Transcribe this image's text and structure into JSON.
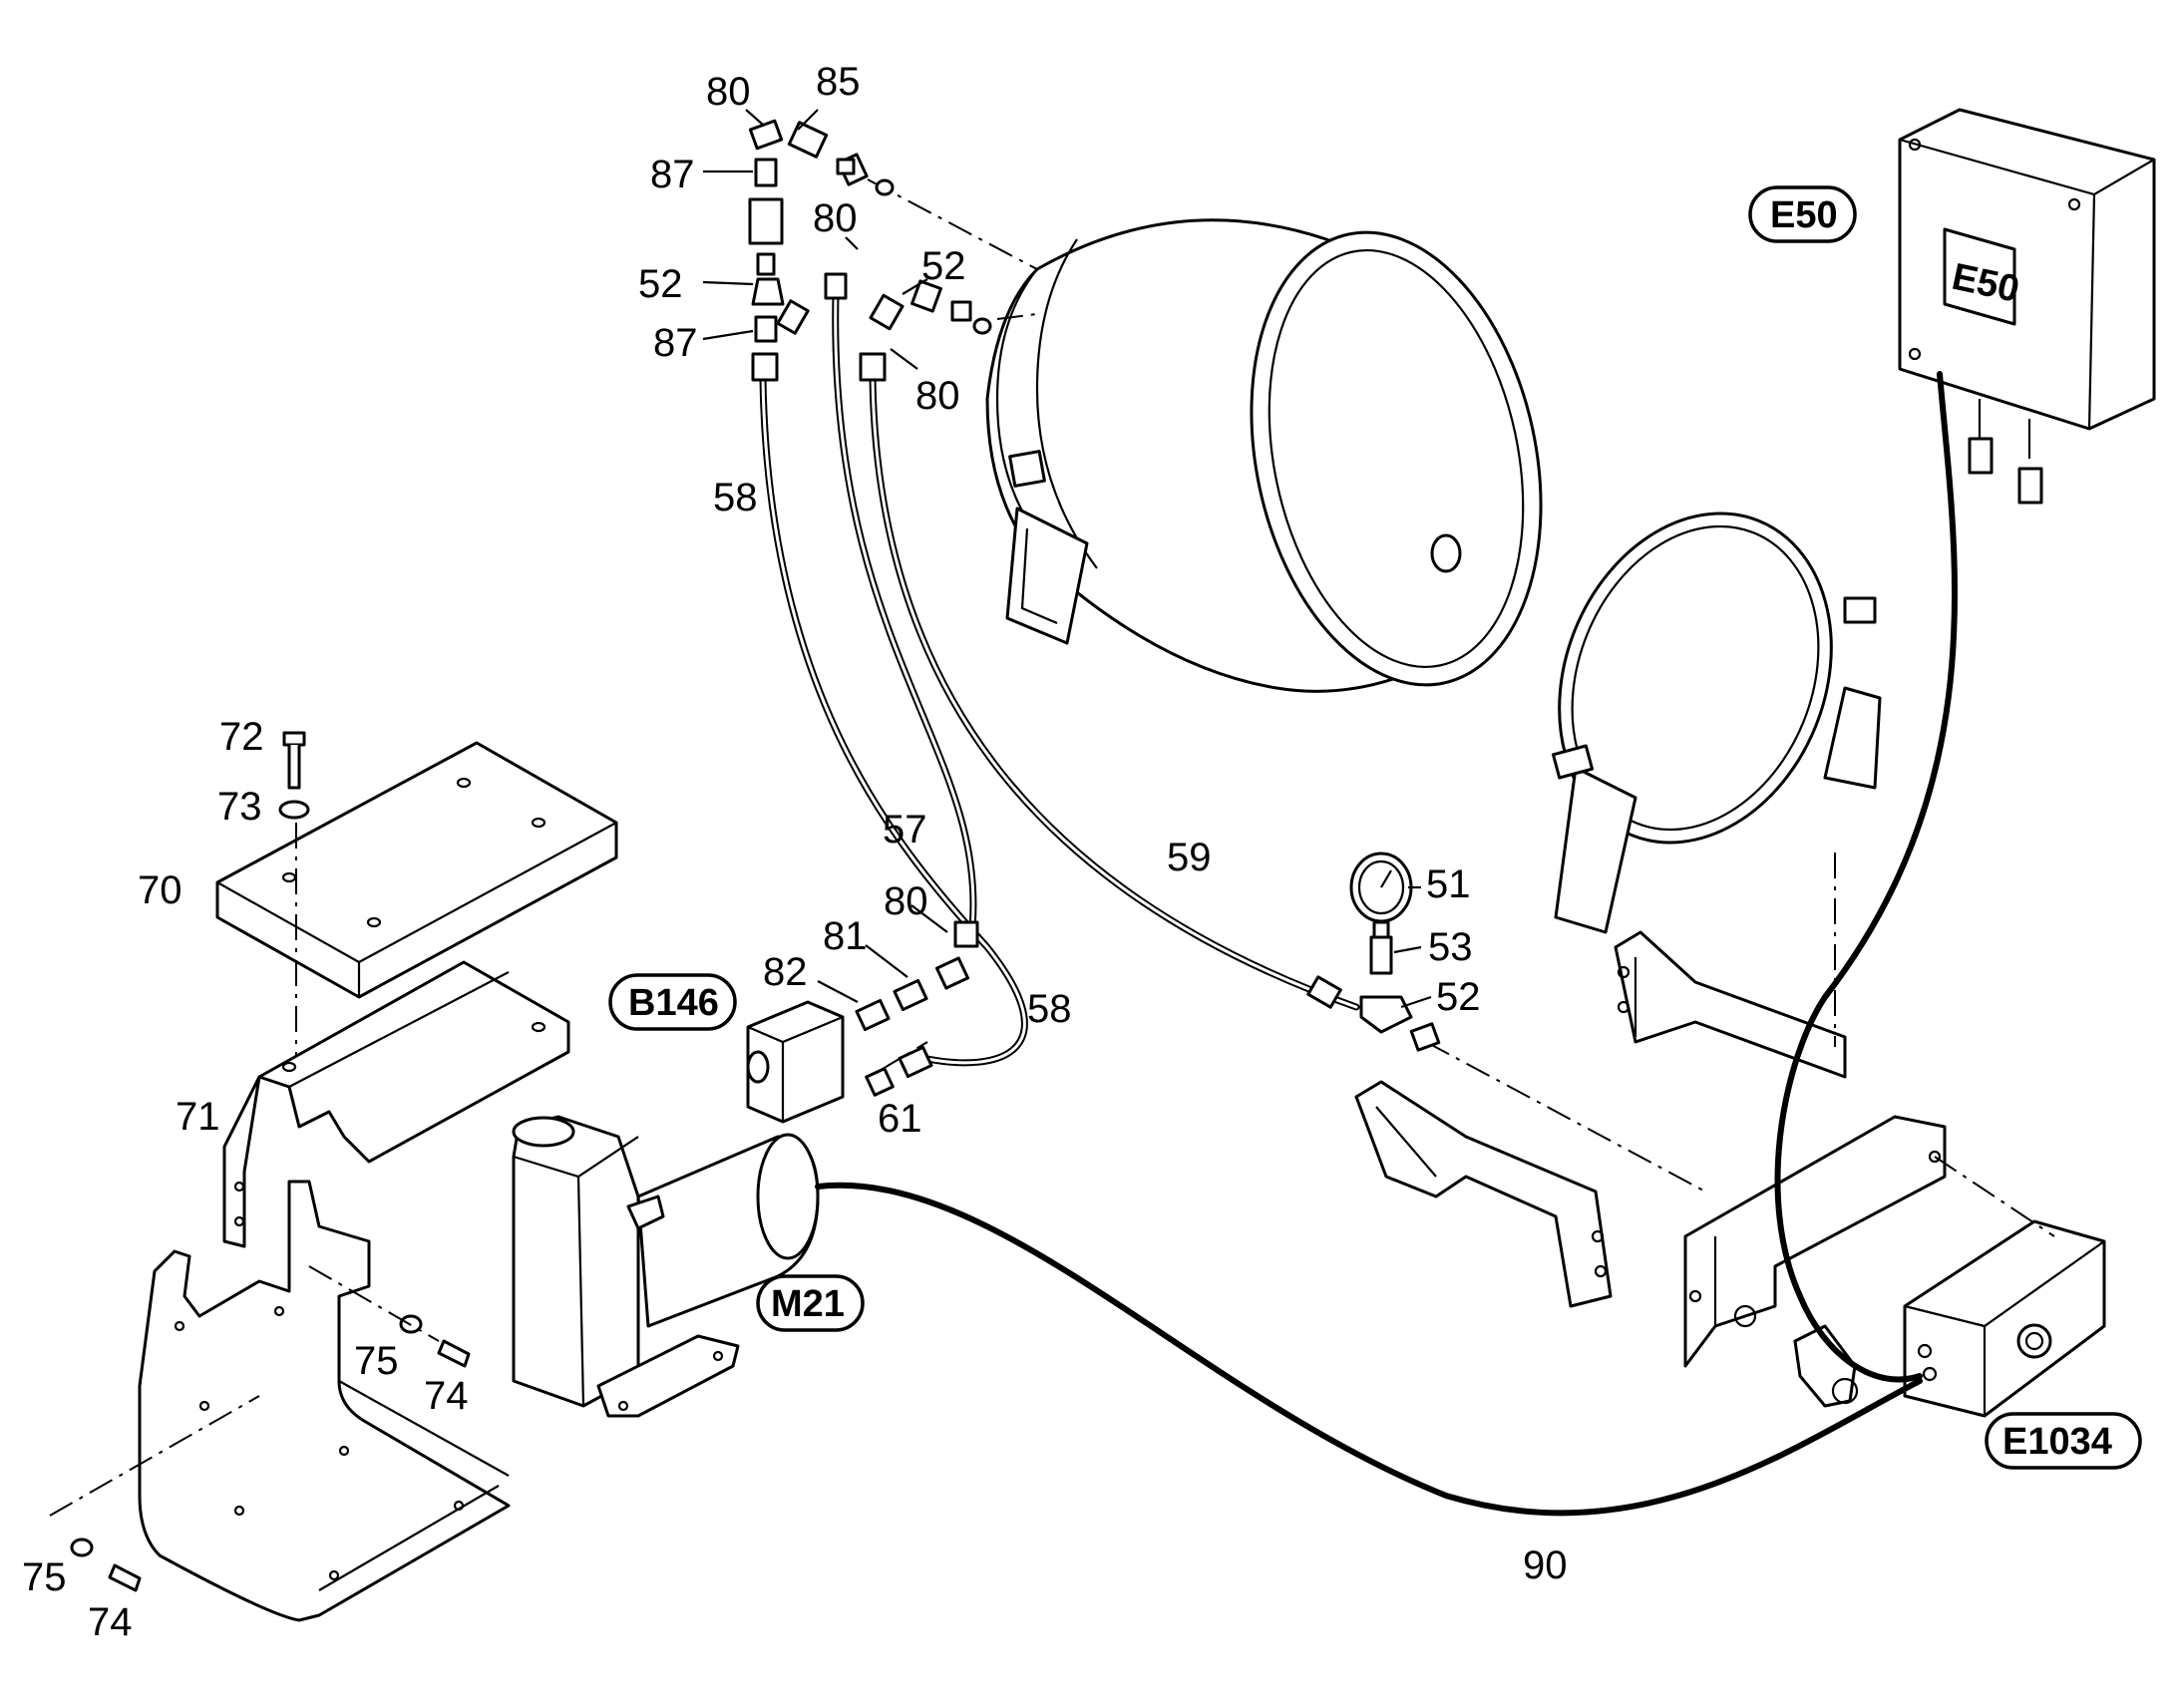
{
  "callouts": [
    {
      "id": "c80a",
      "text": "80"
    },
    {
      "id": "c85",
      "text": "85"
    },
    {
      "id": "c87a",
      "text": "87"
    },
    {
      "id": "c80b",
      "text": "80"
    },
    {
      "id": "c52a",
      "text": "52"
    },
    {
      "id": "c52b",
      "text": "52"
    },
    {
      "id": "c87b",
      "text": "87"
    },
    {
      "id": "c80c",
      "text": "80"
    },
    {
      "id": "c58a",
      "text": "58"
    },
    {
      "id": "c72",
      "text": "72"
    },
    {
      "id": "c73",
      "text": "73"
    },
    {
      "id": "c70",
      "text": "70"
    },
    {
      "id": "c57",
      "text": "57"
    },
    {
      "id": "c59",
      "text": "59"
    },
    {
      "id": "c51",
      "text": "51"
    },
    {
      "id": "c80d",
      "text": "80"
    },
    {
      "id": "c81",
      "text": "81"
    },
    {
      "id": "c53",
      "text": "53"
    },
    {
      "id": "c82",
      "text": "82"
    },
    {
      "id": "c52c",
      "text": "52"
    },
    {
      "id": "c58b",
      "text": "58"
    },
    {
      "id": "c71",
      "text": "71"
    },
    {
      "id": "c61",
      "text": "61"
    },
    {
      "id": "c75a",
      "text": "75"
    },
    {
      "id": "c74a",
      "text": "74"
    },
    {
      "id": "c75b",
      "text": "75"
    },
    {
      "id": "c74b",
      "text": "74"
    },
    {
      "id": "c90",
      "text": "90"
    }
  ],
  "tags": [
    {
      "id": "t_e50",
      "text": "E50"
    },
    {
      "id": "t_b146",
      "text": "B146"
    },
    {
      "id": "t_m21",
      "text": "M21"
    },
    {
      "id": "t_e1034",
      "text": "E1034"
    }
  ],
  "box_label": "E50"
}
